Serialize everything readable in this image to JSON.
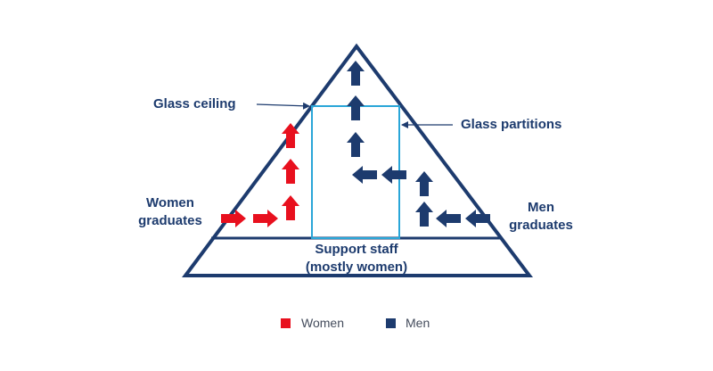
{
  "labels": {
    "glass_ceiling": "Glass ceiling",
    "glass_partitions": "Glass partitions",
    "women_graduates_line1": "Women",
    "women_graduates_line2": "graduates",
    "men_graduates_line1": "Men",
    "men_graduates_line2": "graduates",
    "support_staff_line1": "Support staff",
    "support_staff_line2": "(mostly women)"
  },
  "legend": [
    {
      "label": "Women",
      "color": "#e8101e"
    },
    {
      "label": "Men",
      "color": "#1d3b6e"
    }
  ],
  "colors": {
    "outline": "#1d3b6e",
    "glass": "#2aa6d8",
    "women": "#e8101e",
    "men": "#1d3b6e"
  }
}
